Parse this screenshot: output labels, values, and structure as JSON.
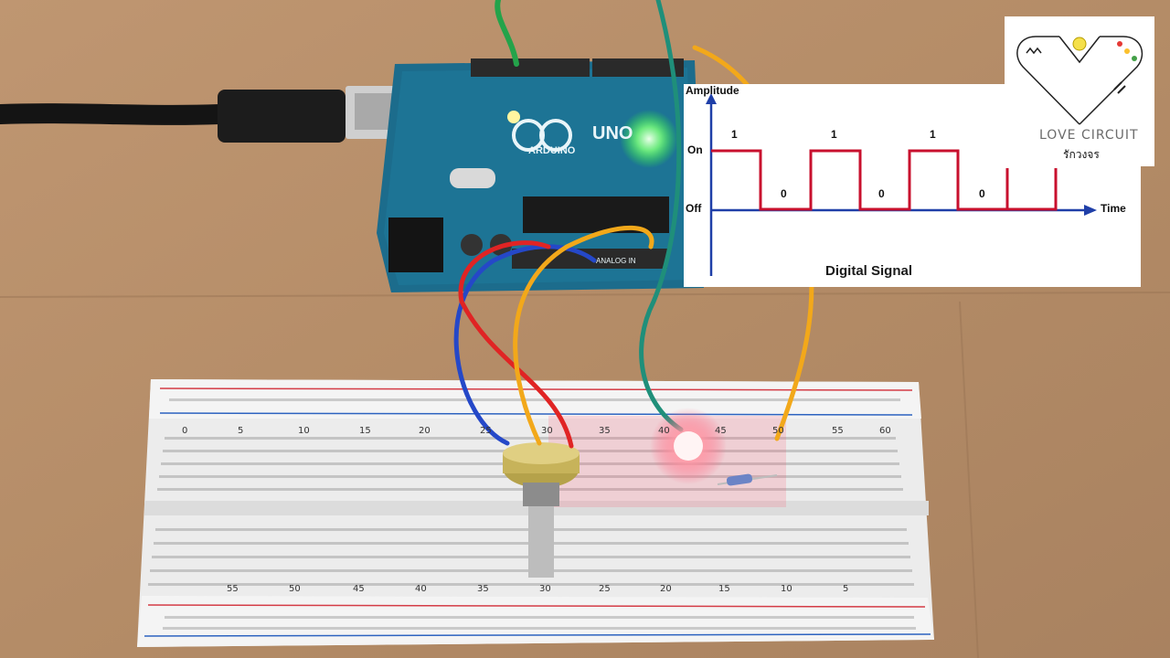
{
  "board": {
    "label": "ARDUINO",
    "model": "UNO",
    "analog_label": "ANALOG IN"
  },
  "signal_diagram": {
    "y_axis_label": "Amplitude",
    "x_axis_label": "Time",
    "on_label": "On",
    "off_label": "Off",
    "bits": [
      "1",
      "0",
      "1",
      "0",
      "1",
      "0"
    ],
    "caption": "Digital Signal",
    "colors": {
      "signal": "#c8102e",
      "axis": "#1f3fa8"
    }
  },
  "logo": {
    "line1": "LOVE CIRCUIT",
    "line2": "รักวงจร"
  },
  "breadboard": {
    "top_numbers": [
      "0",
      "5",
      "10",
      "15",
      "20",
      "25",
      "30",
      "35",
      "40",
      "45",
      "50",
      "55",
      "60"
    ],
    "bottom_numbers": [
      "55",
      "50",
      "45",
      "40",
      "35",
      "30",
      "25",
      "20",
      "15",
      "10",
      "5"
    ]
  }
}
